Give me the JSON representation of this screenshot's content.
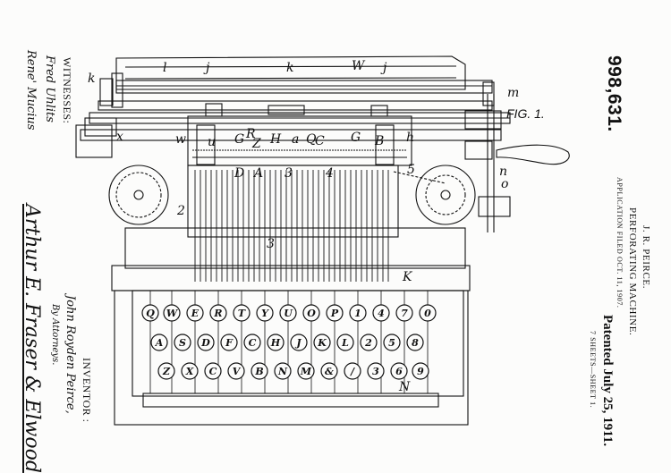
{
  "patent": {
    "number": "998,631.",
    "inventor_name_header": "J. R. PEIRCE.",
    "title": "PERFORATING MACHINE.",
    "application": "APPLICATION FILED OCT. 11, 1907.",
    "patented": "Patented July 25, 1911.",
    "sheets": "7 SHEETS—SHEET 1.",
    "figure_label": "FIG. 1."
  },
  "signatures": {
    "witnesses_label": "WITNESSES:",
    "witness_1": "Fred Uhlits",
    "witness_2": "Rene' Mucius",
    "attorney_signature": "Arthur E. Fraser & Elwood",
    "inventor_label": "INVENTOR :",
    "inventor_signature": "John Royden Peirce,",
    "attorney_label": "By Attorneys."
  },
  "drawing": {
    "reference_letters": [
      "k",
      "l",
      "j",
      "k",
      "W",
      "j",
      "m",
      "x",
      "w",
      "u",
      "G",
      "R",
      "Z",
      "H",
      "a",
      "Q",
      "C",
      "G",
      "B",
      "h",
      "D",
      "A",
      "3",
      "4",
      "5",
      "2",
      "3",
      "K",
      "n",
      "o",
      "N"
    ],
    "keyboard": {
      "row1": [
        "Q",
        "W",
        "E",
        "R",
        "T",
        "Y",
        "U",
        "O",
        "P",
        "1",
        "4",
        "7",
        "0"
      ],
      "row2": [
        "A",
        "S",
        "D",
        "F",
        "C",
        "H",
        "J",
        "K",
        "L",
        "2",
        "5",
        "8"
      ],
      "row3": [
        "Z",
        "X",
        "C",
        "V",
        "B",
        "N",
        "M",
        "&",
        "/",
        "3",
        "6",
        "9"
      ]
    }
  },
  "colors": {
    "paper": "#fcfcfb",
    "ink": "#111111"
  }
}
